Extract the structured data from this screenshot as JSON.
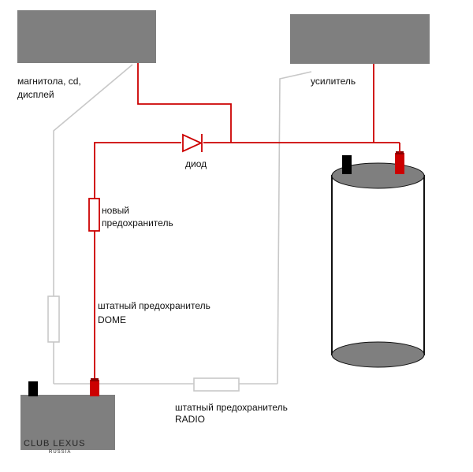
{
  "labels": {
    "head_unit_line1": "магнитола, cd,",
    "head_unit_line2": "дисплей",
    "amplifier": "усилитель",
    "diode": "диод",
    "new_fuse_line1": "новый",
    "new_fuse_line2": "предохранитель",
    "dome_fuse_line1": "штатный предохранитель",
    "dome_fuse_line2": "DOME",
    "radio_fuse_line1": "штатный предохранитель",
    "radio_fuse_line2": "RADIO"
  },
  "watermark": {
    "text": "CLUB LEXUS",
    "sub": "RUSSIA"
  },
  "colors": {
    "block_fill": "#7f7f7f",
    "positive_wire": "#cc0000",
    "ground_wire": "#c8c8c8",
    "terminal_negative": "#000000",
    "terminal_positive": "#cc0000"
  }
}
